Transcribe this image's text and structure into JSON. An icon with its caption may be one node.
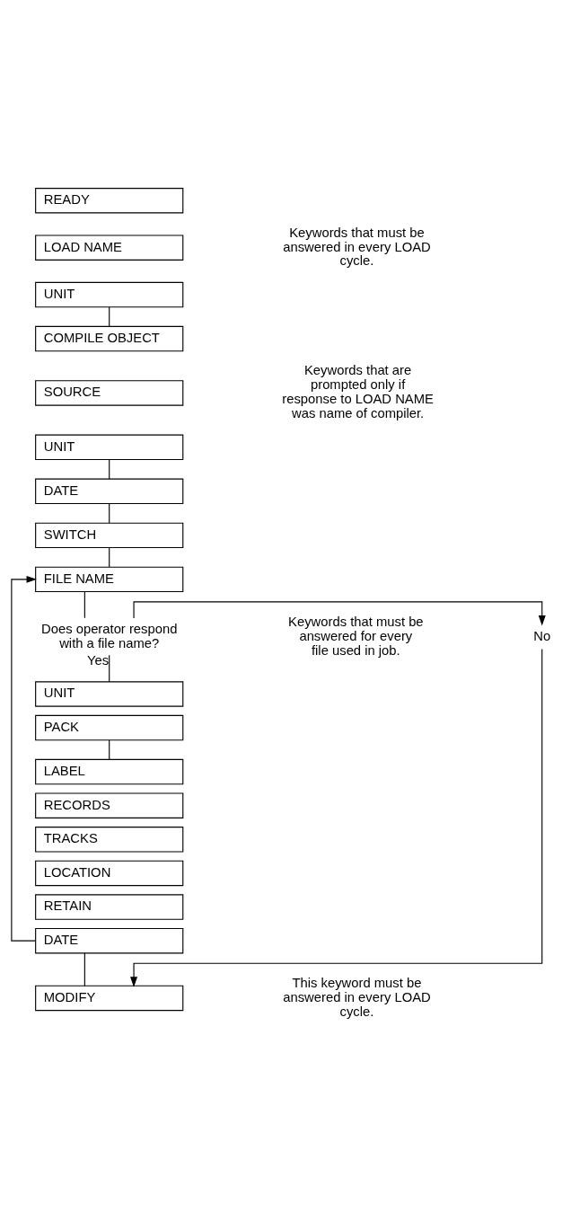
{
  "diagram": {
    "nodes": [
      {
        "text": [
          "READY"
        ]
      },
      {
        "text": [
          "LOAD NAME"
        ]
      },
      {
        "text": [
          "UNIT"
        ]
      },
      {
        "text": [
          "COMPILE OBJECT"
        ]
      },
      {
        "text": [
          "SOURCE"
        ]
      },
      {
        "text": [
          "UNIT"
        ]
      },
      {
        "text": [
          "DATE"
        ]
      },
      {
        "text": [
          "SWITCH"
        ]
      },
      {
        "text": [
          "FILE NAME"
        ]
      },
      {
        "text": [
          "Does operator respond with a file name?"
        ]
      },
      {
        "text": [
          "UNIT"
        ]
      },
      {
        "text": [
          "PACK"
        ]
      },
      {
        "text": [
          "LABEL"
        ]
      },
      {
        "text": [
          "RECORDS"
        ]
      },
      {
        "text": [
          "TRACKS"
        ]
      },
      {
        "text": [
          "LOCATION"
        ]
      },
      {
        "text": [
          "RETAIN"
        ]
      },
      {
        "text": [
          "DATE"
        ]
      },
      {
        "text": [
          "MODIFY"
        ]
      },
      {
        "text": [
          "No"
        ]
      }
    ],
    "edges": [
      {
        "from": 2,
        "to": 3,
        "arrow": "none"
      },
      {
        "from": 5,
        "to": 6,
        "arrow": "none"
      },
      {
        "from": 6,
        "to": 7,
        "arrow": "none"
      },
      {
        "from": 7,
        "to": 8,
        "arrow": "none"
      },
      {
        "from": 8,
        "to": 9,
        "arrow": "none"
      },
      {
        "from": 9,
        "to": 10,
        "label": "Yes",
        "arrow": "none"
      },
      {
        "from": 11,
        "to": 12,
        "arrow": "none"
      },
      {
        "from": 17,
        "to": 18,
        "arrow": "none"
      },
      {
        "from": 9,
        "to": 19,
        "arrow": "to"
      },
      {
        "from": 19,
        "to": 18,
        "arrow": "to"
      },
      {
        "from": 17,
        "to": 8,
        "arrow": "to"
      }
    ],
    "labels": [
      "Keywords that must be answered in every LOAD cycle.",
      "Keywords that are prompted only if response to LOAD NAME was name of compiler.",
      "Keywords that must be answered for every file used in job.",
      "This keyword must be answered in every LOAD cycle."
    ]
  }
}
